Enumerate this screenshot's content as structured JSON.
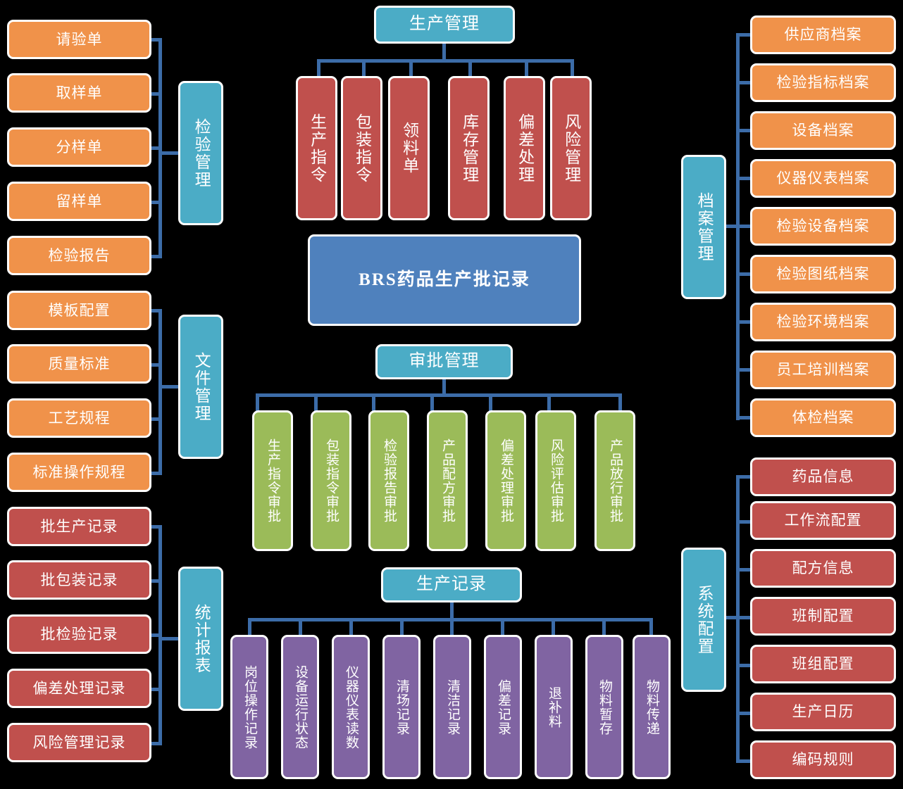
{
  "diagram": {
    "title": "BRS药品生产批记录",
    "root_label": "BRS药品生产批记录",
    "colors": {
      "orange": "#F0924A",
      "red": "#C0504D",
      "teal": "#4BACC6",
      "green": "#9BBB59",
      "purple": "#8064A2",
      "blue": "#4F81BD",
      "connector": "#3C6CA8",
      "background": "#000000",
      "node_border": "#FFFFFF",
      "text": "#FFFFFF"
    }
  },
  "groups": {
    "inspection_management": {
      "hub": "检验管理",
      "items": [
        "请验单",
        "取样单",
        "分样单",
        "留样单",
        "检验报告"
      ]
    },
    "document_management": {
      "hub": "文件管理",
      "items": [
        "模板配置",
        "质量标准",
        "工艺规程",
        "标准操作规程"
      ]
    },
    "statistics_report": {
      "hub": "统计报表",
      "items": [
        "批生产记录",
        "批包装记录",
        "批检验记录",
        "偏差处理记录",
        "风险管理记录"
      ]
    },
    "production_management": {
      "hub": "生产管理",
      "items": [
        "生产指令",
        "包装指令",
        "领料单",
        "库存管理",
        "偏差处理",
        "风险管理"
      ]
    },
    "approval_management": {
      "hub": "审批管理",
      "items": [
        "生产指令审批",
        "包装指令审批",
        "检验报告审批",
        "产品配方审批",
        "偏差处理审批",
        "风险评估审批",
        "产品放行审批"
      ]
    },
    "production_record": {
      "hub": "生产记录",
      "items": [
        "岗位操作记录",
        "设备运行状态",
        "仪器仪表读数",
        "清场记录",
        "清洁记录",
        "偏差记录",
        "退补料",
        "物料暂存",
        "物料传递"
      ]
    },
    "archive_management": {
      "hub": "档案管理",
      "items": [
        "供应商档案",
        "检验指标档案",
        "设备档案",
        "仪器仪表档案",
        "检验设备档案",
        "检验图纸档案",
        "检验环境档案",
        "员工培训档案",
        "体检档案"
      ]
    },
    "system_configuration": {
      "hub": "系统配置",
      "items": [
        "药品信息",
        "工作流配置",
        "配方信息",
        "班制配置",
        "班组配置",
        "生产日历",
        "编码规则"
      ]
    }
  }
}
